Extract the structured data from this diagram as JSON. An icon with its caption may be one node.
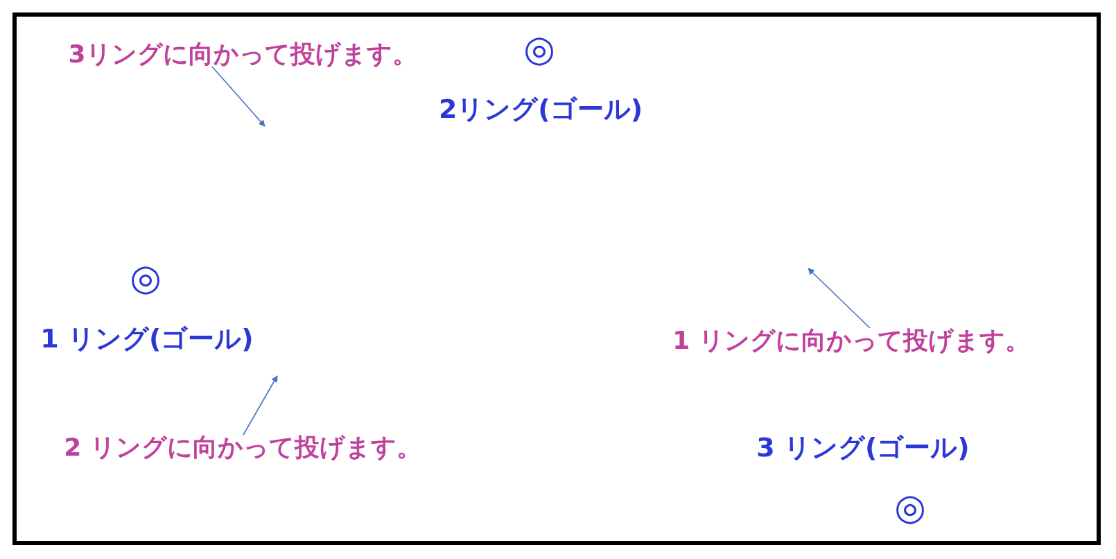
{
  "diagram": {
    "nodes": [
      {
        "text": [
          "3リングに向かって投げます。"
        ]
      },
      {
        "text": [
          "1 リングに向かって投げます。"
        ]
      },
      {
        "text": [
          "2 リングに向かって投げます。"
        ]
      }
    ],
    "edges": [
      {
        "from": 0,
        "to": null,
        "arrow": "to"
      },
      {
        "from": 1,
        "to": null,
        "arrow": "to"
      },
      {
        "from": 2,
        "to": null,
        "arrow": "to"
      }
    ],
    "labels": [
      "◎",
      "2リング(ゴール)",
      "◎",
      "1 リング(ゴール)",
      "3 リング(ゴール)",
      "◎"
    ]
  }
}
